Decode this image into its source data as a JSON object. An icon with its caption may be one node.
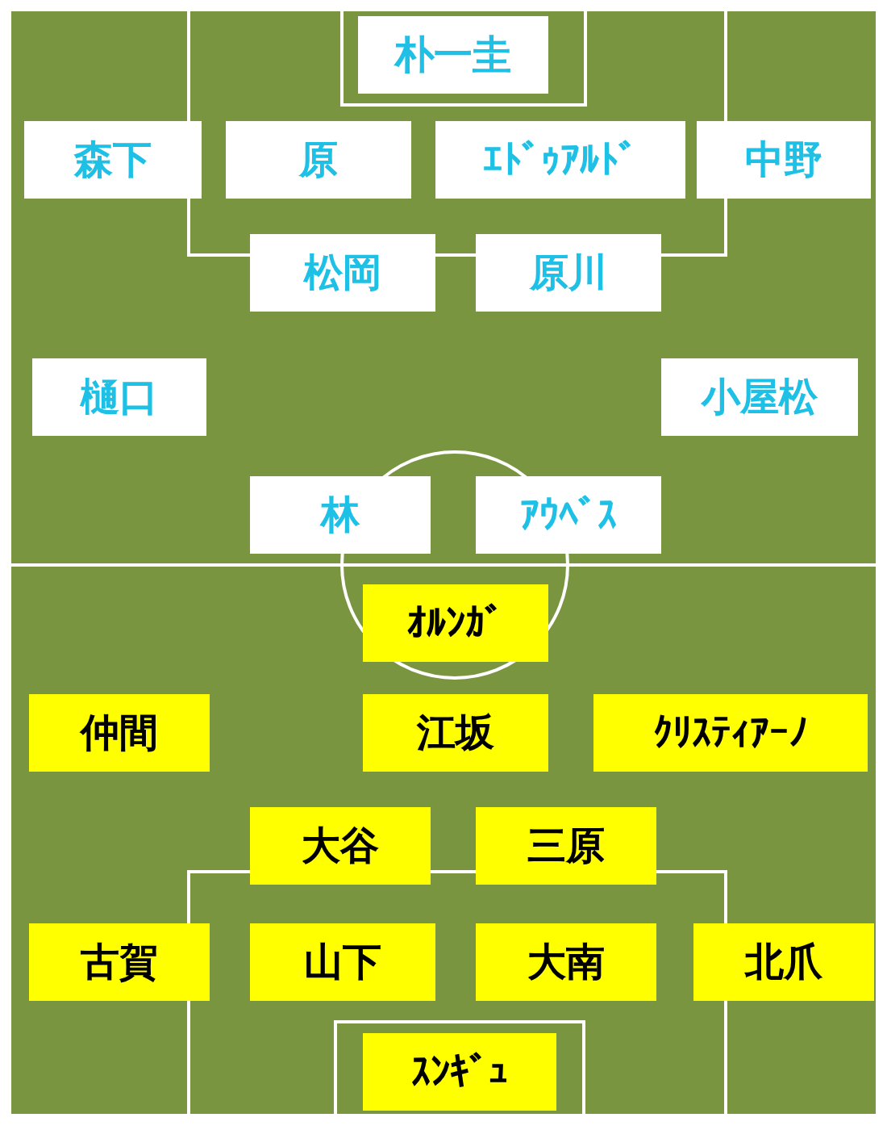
{
  "diagram": {
    "nodes": [
      {
        "text": [
          "朴一圭"
        ]
      },
      {
        "text": [
          "森下"
        ]
      },
      {
        "text": [
          "原"
        ]
      },
      {
        "text": [
          "ｴﾄﾞｩｱﾙﾄﾞ"
        ]
      },
      {
        "text": [
          "中野"
        ]
      },
      {
        "text": [
          "松岡"
        ]
      },
      {
        "text": [
          "原川"
        ]
      },
      {
        "text": [
          "樋口"
        ]
      },
      {
        "text": [
          "小屋松"
        ]
      },
      {
        "text": [
          "林"
        ]
      },
      {
        "text": [
          "ｱｳﾍﾞｽ"
        ]
      },
      {
        "text": [
          "ｵﾙﾝｶﾞ"
        ]
      },
      {
        "text": [
          "仲間"
        ]
      },
      {
        "text": [
          "江坂"
        ]
      },
      {
        "text": [
          "ｸﾘｽﾃｨｱｰﾉ"
        ]
      },
      {
        "text": [
          "大谷"
        ]
      },
      {
        "text": [
          "三原"
        ]
      },
      {
        "text": [
          "古賀"
        ]
      },
      {
        "text": [
          "山下"
        ]
      },
      {
        "text": [
          "大南"
        ]
      },
      {
        "text": [
          "北爪"
        ]
      },
      {
        "text": [
          "ｽﾝｷﾞｭ"
        ]
      }
    ]
  }
}
